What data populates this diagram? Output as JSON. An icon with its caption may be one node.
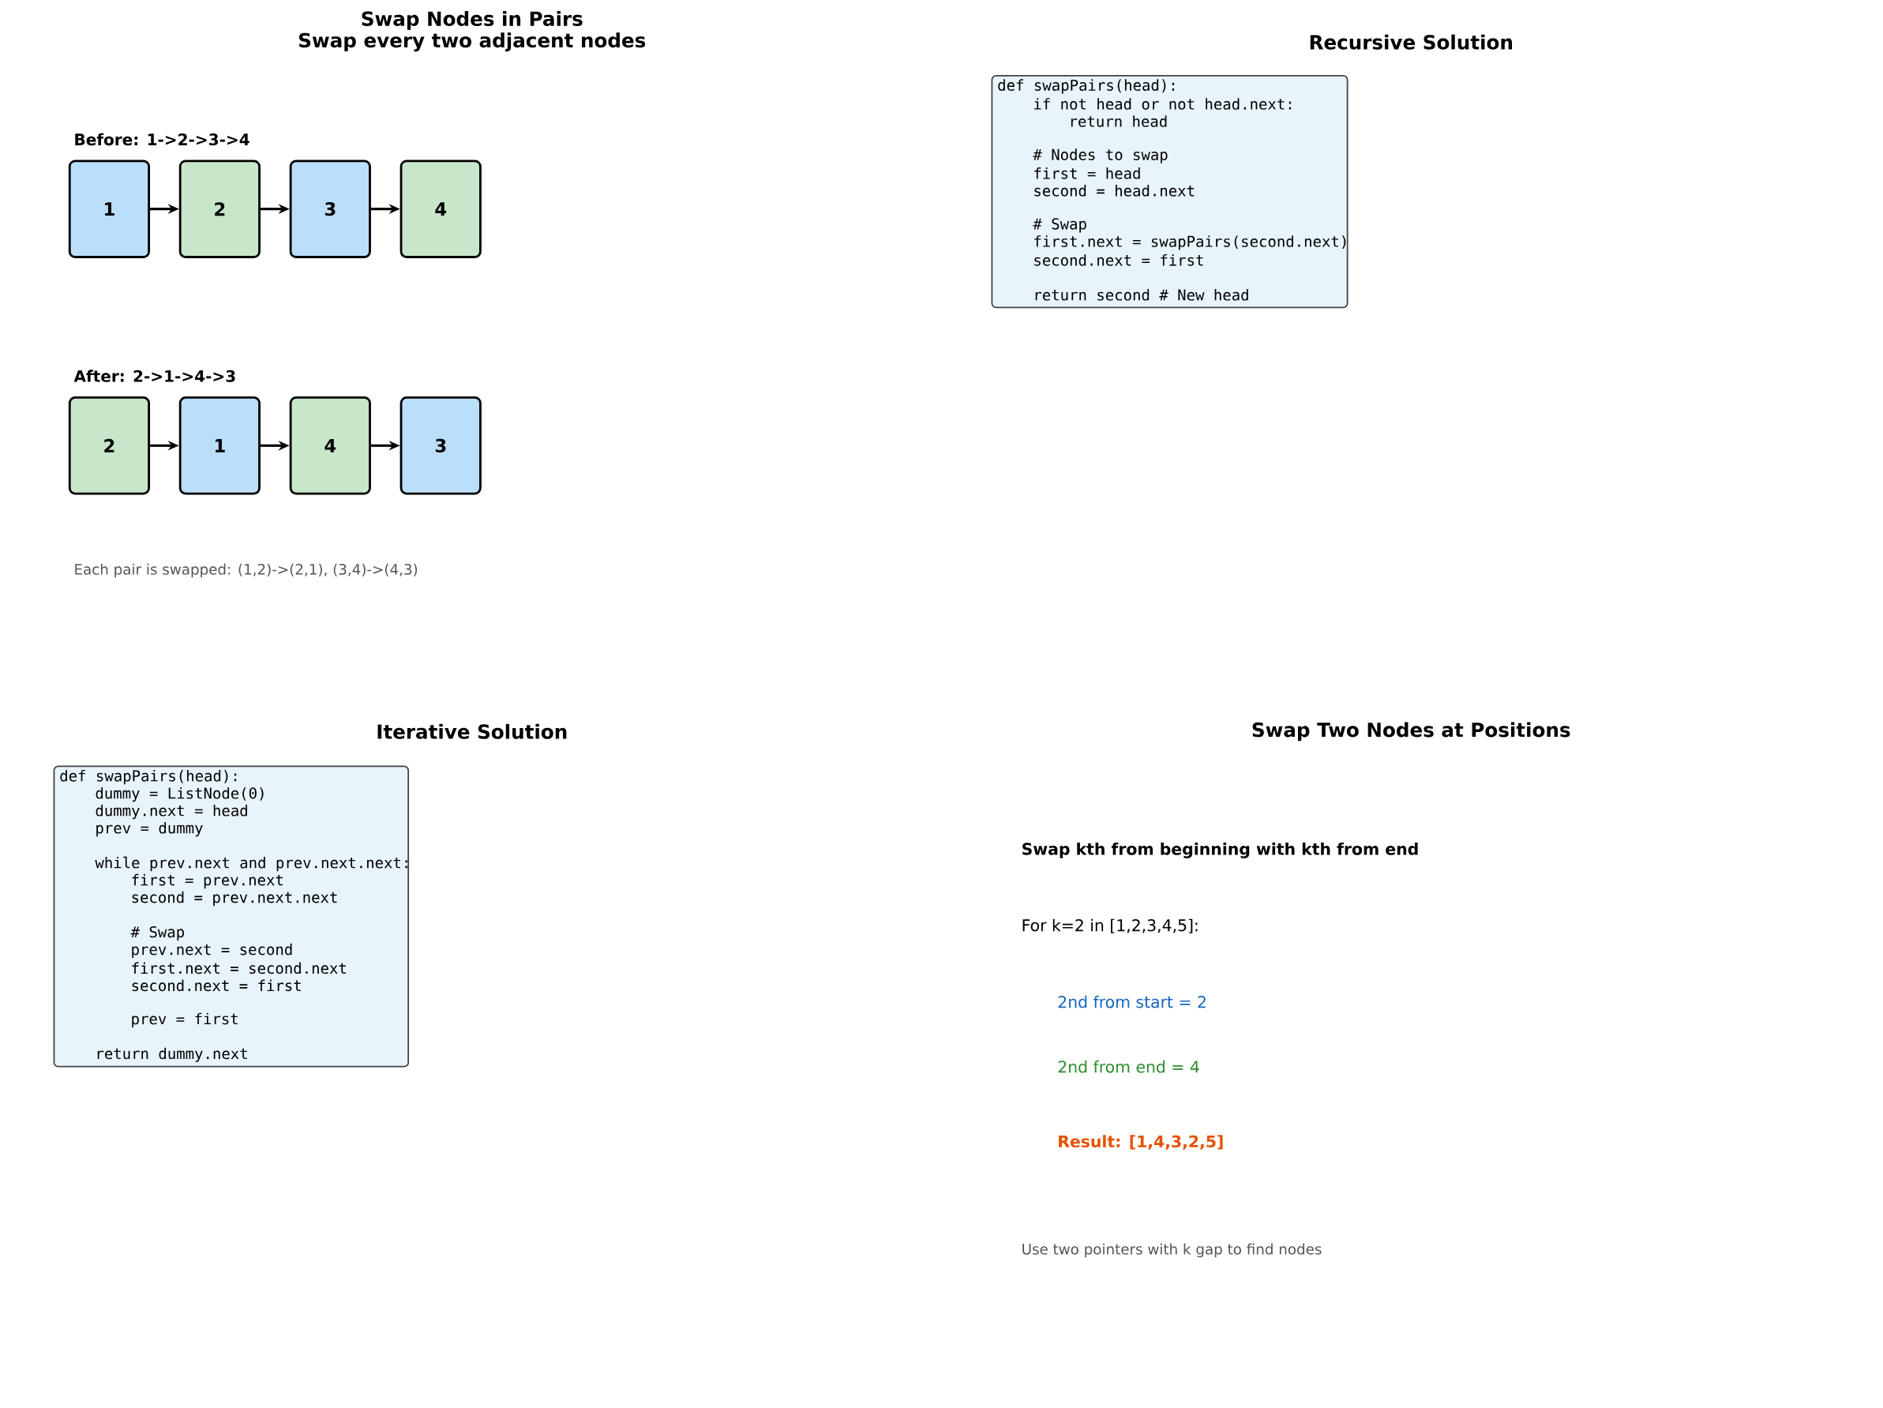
{
  "diagram": {
    "title": "Swap Nodes in Pairs",
    "nodes": [
      {
        "text": [
          "1"
        ]
      },
      {
        "text": [
          "2"
        ]
      },
      {
        "text": [
          "3"
        ]
      },
      {
        "text": [
          "4"
        ]
      },
      {
        "text": [
          "2"
        ]
      },
      {
        "text": [
          "1"
        ]
      },
      {
        "text": [
          "4"
        ]
      },
      {
        "text": [
          "3"
        ]
      },
      {
        "text": [
          "def swapPairs(head):",
          "if not head or not head.next:",
          "return head",
          "# Nodes to swap",
          "first = head",
          "second = head.next",
          "# Swap",
          "first.next = swapPairs(second.next)",
          "second.next = first",
          "return second # New head"
        ]
      },
      {
        "text": [
          "def swapPairs(head):",
          "dummy = ListNode(0)",
          "dummy.next = head",
          "prev = dummy",
          "while prev.next and prev.next.next:",
          "first = prev.next",
          "second = prev.next.next",
          "# Swap",
          "prev.next = second",
          "first.next = second.next",
          "second.next = first",
          "prev = first",
          "return dummy.next"
        ]
      }
    ],
    "edges": [
      {
        "from": 0,
        "to": 1,
        "arrow": "to"
      },
      {
        "from": 1,
        "to": 2,
        "arrow": "to"
      },
      {
        "from": 2,
        "to": 3,
        "arrow": "to"
      },
      {
        "from": 4,
        "to": 5,
        "arrow": "to"
      },
      {
        "from": 5,
        "to": 6,
        "arrow": "to"
      },
      {
        "from": 6,
        "to": 7,
        "arrow": "to"
      }
    ],
    "labels": [
      "Swap every two adjacent nodes",
      "Before: 1->2->3->4",
      "After: 2->1->4->3",
      "Each pair is swapped: (1,2)->(2,1), (3,4)->(4,3)",
      "Recursive Solution",
      "Iterative Solution",
      "Swap Two Nodes at Positions",
      "Swap kth from beginning with kth from end",
      "For k=2 in [1,2,3,4,5]:",
      "2nd from start = 2",
      "2nd from end = 4",
      "Result: [1,4,3,2,5]",
      "Use two pointers with k gap to find nodes"
    ]
  }
}
